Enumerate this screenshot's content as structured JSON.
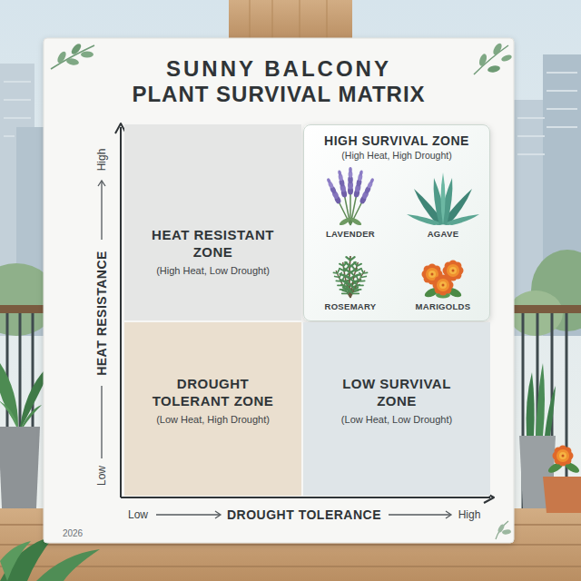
{
  "diagram": {
    "title": "SUNNY BALCONY PLANT SURVIVAL MATRIX",
    "nodes": [
      {
        "text": [
          "HEAT RESISTANT ZONE",
          "(High Heat, Low Drought)"
        ]
      },
      {
        "text": [
          "HIGH SURVIVAL ZONE",
          "(High Heat, High Drought)",
          "LAVENDER",
          "AGAVE",
          "ROSEMARY",
          "MARIGOLDS"
        ]
      },
      {
        "text": [
          "DROUGHT TOLERANT ZONE",
          "(Low Heat, High Drought)"
        ]
      },
      {
        "text": [
          "LOW SURVIVAL ZONE",
          "(Low Heat, Low Drought)"
        ]
      }
    ],
    "labels": [
      "High",
      "HEAT RESISTANCE",
      "Low",
      "Low",
      "DROUGHT TOLERANCE",
      "High",
      "2026"
    ]
  }
}
